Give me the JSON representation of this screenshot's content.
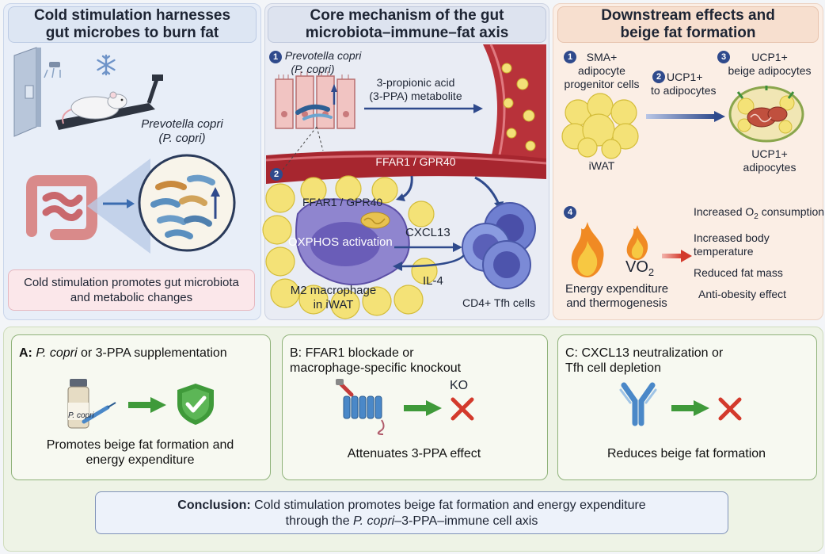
{
  "panels": {
    "left": {
      "title_line1": "Cold stimulation harnesses",
      "title_line2": "gut microbes to burn fat",
      "bacteria_label_line1": "Prevotella copri",
      "bacteria_label_line2": "(P. copri)",
      "summary_line1": "Cold stimulation promotes gut microbiota",
      "summary_line2": "and metabolic changes"
    },
    "middle": {
      "title_line1": "Core mechanism of the gut",
      "title_line2": "microbiota–immune–fat axis",
      "step1_num": "1",
      "step1_line1": "Prevotella copri",
      "step1_line2": "(P. copri)",
      "metabolite_line1": "3-propionic acid",
      "metabolite_line2": "(3-PPA) metabolite",
      "step2_num": "2",
      "receptor_vessel": "FFAR1 / GPR40",
      "receptor_macro": "FFAR1 / GPR40",
      "oxphos": "OXPHOS activation",
      "cxcl13": "CXCL13",
      "il4": "IL-4",
      "macrophage_line1": "M2 macrophage",
      "macrophage_line2": "in iWAT",
      "tfh": "CD4+ Tfh cells"
    },
    "right": {
      "title_line1": "Downstream effects and",
      "title_line2": "beige fat formation",
      "step1_num": "1",
      "sma_line1": "SMA+",
      "sma_line2": "adipocyte",
      "sma_line3": "progenitor cells",
      "step2_num": "2",
      "ucp_to_line1": "UCP1+",
      "ucp_to_line2": "to adipocytes",
      "step3_num": "3",
      "beige_line1": "UCP1+",
      "beige_line2": "beige adipocytes",
      "iwat": "iWAT",
      "ucp_adip_line1": "UCP1+",
      "ucp_adip_line2": "adipocytes",
      "step4_num": "4",
      "vo2": "VO",
      "vo2_sub": "2",
      "energy_line1": "Energy expenditure",
      "energy_line2": "and thermogenesis",
      "effects": {
        "o2": "Increased O",
        "o2_sub": "2",
        "o2_rest": " consumption",
        "temp_line1": "Increased body",
        "temp_line2": "temperature",
        "fat": "Reduced fat mass",
        "obesity": "Anti-obesity effect"
      }
    }
  },
  "experiments": {
    "a": {
      "prefix": "A: ",
      "head_italic": "P. copri",
      "head_rest": " or 3-PPA supplementation",
      "vial_label": "P. copri",
      "foot_line1": "Promotes beige fat formation and",
      "foot_line2": "energy expenditure"
    },
    "b": {
      "head_line1": "B: FFAR1 blockade or",
      "head_line2": "macrophage-specific knockout",
      "ko": "KO",
      "foot": "Attenuates 3-PPA effect"
    },
    "c": {
      "head_line1": "C: CXCL13 neutralization or",
      "head_line2": "Tfh cell depletion",
      "foot": "Reduces beige fat formation"
    }
  },
  "conclusion": {
    "bold": "Conclusion:",
    "line1_rest": " Cold stimulation promotes beige fat formation and energy expenditure",
    "line2_pre": "through the ",
    "line2_italic": "P. copri",
    "line2_post": "–3-PPA–immune cell axis"
  },
  "colors": {
    "left_panel": "#e8eef8",
    "middle_panel": "#e9ecf4",
    "right_panel": "#fbeee5",
    "bottom_panel": "#eef3e6",
    "accent_blue": "#2f4a8c",
    "accent_green": "#3f9a3a",
    "accent_red": "#d33a2c",
    "vessel_red": "#b8323a",
    "fat_yellow": "#f2df6d",
    "macrophage_purple": "#7f72c6"
  }
}
